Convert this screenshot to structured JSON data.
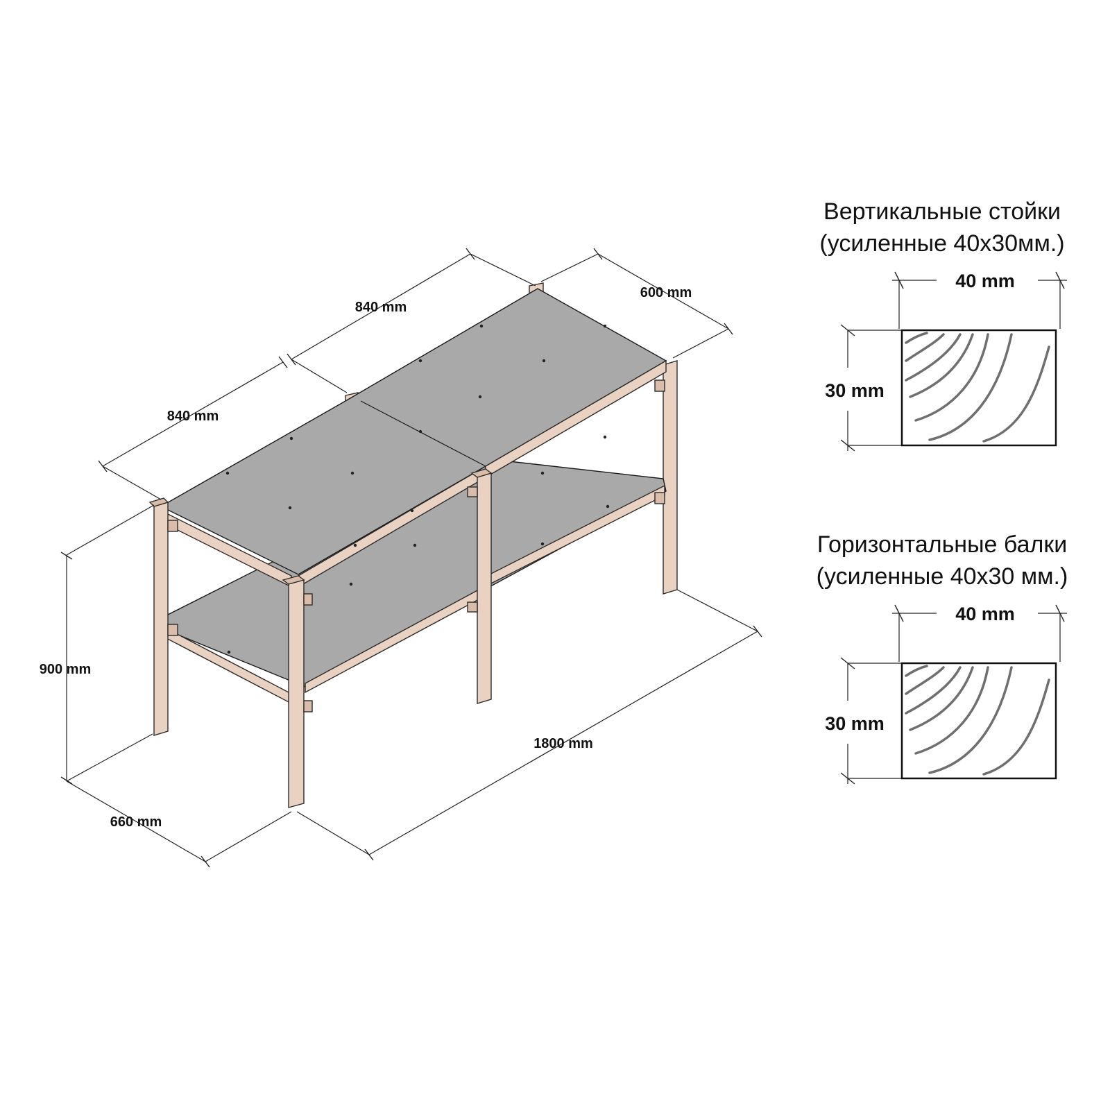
{
  "drawing": {
    "dimensions": {
      "top_back_left": "840 mm",
      "top_back_right": "600 mm",
      "top_front_left": "840 mm",
      "height": "900 mm",
      "depth": "660 mm",
      "length": "1800 mm"
    }
  },
  "sections": [
    {
      "title_line1": "Вертикальные стойки",
      "title_line2": "(усиленные 40х30мм.)",
      "width_label": "40 mm",
      "height_label": "30 mm"
    },
    {
      "title_line1": "Горизонтальные балки",
      "title_line2": "(усиленные 40х30 мм.)",
      "width_label": "40 mm",
      "height_label": "30 mm"
    }
  ],
  "colors": {
    "shelf": "#a9a9a9",
    "wood": "#ead2c2",
    "grain": "#6f6f6f"
  }
}
